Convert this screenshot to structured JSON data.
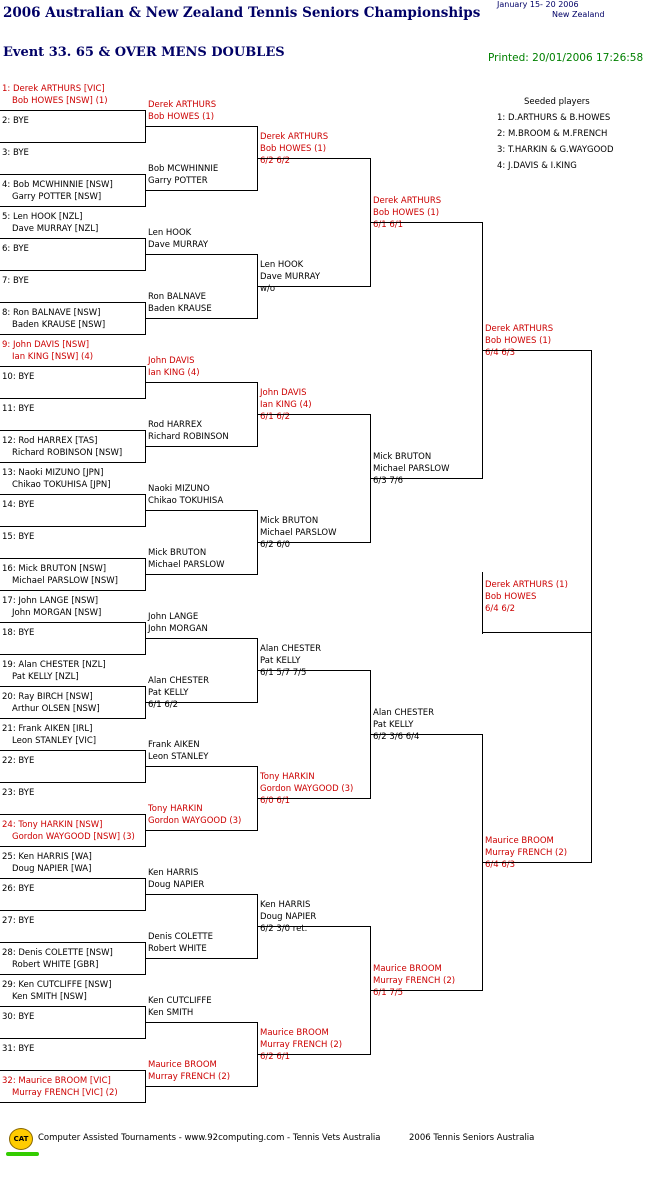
{
  "header": {
    "title": "2006 Australian & New Zealand Tennis Seniors Championships",
    "dates_line1": "January  15- 20 2006",
    "dates_line2": "New Zealand",
    "event": "Event 33. 65 & OVER MENS DOUBLES",
    "printed": "Printed: 20/01/2006 17:26:58"
  },
  "seeds": {
    "heading": "Seeded players",
    "list": [
      "1: D.ARTHURS & B.HOWES",
      "2: M.BROOM & M.FRENCH",
      "3: T.HARKIN & G.WAYGOOD",
      "4: J.DAVIS & I.KING"
    ]
  },
  "round1": [
    {
      "l1": "1: Derek ARTHURS [VIC]",
      "l2": "Bob HOWES [NSW] (1)",
      "red": true
    },
    {
      "l1": "2: BYE",
      "l2": ""
    },
    {
      "l1": "3: BYE",
      "l2": ""
    },
    {
      "l1": "4: Bob MCWHINNIE [NSW]",
      "l2": "Garry POTTER [NSW]"
    },
    {
      "l1": "5: Len HOOK [NZL]",
      "l2": "Dave MURRAY [NZL]"
    },
    {
      "l1": "6: BYE",
      "l2": ""
    },
    {
      "l1": "7: BYE",
      "l2": ""
    },
    {
      "l1": "8: Ron BALNAVE [NSW]",
      "l2": "Baden KRAUSE [NSW]"
    },
    {
      "l1": "9: John DAVIS [NSW]",
      "l2": "Ian KING [NSW] (4)",
      "red": true
    },
    {
      "l1": "10: BYE",
      "l2": ""
    },
    {
      "l1": "11: BYE",
      "l2": ""
    },
    {
      "l1": "12: Rod HARREX [TAS]",
      "l2": "Richard ROBINSON [NSW]"
    },
    {
      "l1": "13: Naoki MIZUNO [JPN]",
      "l2": "Chikao TOKUHISA [JPN]"
    },
    {
      "l1": "14: BYE",
      "l2": ""
    },
    {
      "l1": "15: BYE",
      "l2": ""
    },
    {
      "l1": "16: Mick BRUTON [NSW]",
      "l2": "Michael PARSLOW [NSW]"
    },
    {
      "l1": "17: John LANGE [NSW]",
      "l2": "John MORGAN [NSW]"
    },
    {
      "l1": "18: BYE",
      "l2": ""
    },
    {
      "l1": "19: Alan CHESTER [NZL]",
      "l2": "Pat KELLY [NZL]"
    },
    {
      "l1": "20: Ray BIRCH [NSW]",
      "l2": "Arthur OLSEN [NSW]"
    },
    {
      "l1": "21: Frank AIKEN [IRL]",
      "l2": "Leon STANLEY [VIC]"
    },
    {
      "l1": "22: BYE",
      "l2": ""
    },
    {
      "l1": "23: BYE",
      "l2": ""
    },
    {
      "l1": "24: Tony HARKIN [NSW]",
      "l2": "Gordon WAYGOOD [NSW] (3)",
      "red": true
    },
    {
      "l1": "25: Ken HARRIS [WA]",
      "l2": "Doug NAPIER [WA]"
    },
    {
      "l1": "26: BYE",
      "l2": ""
    },
    {
      "l1": "27: BYE",
      "l2": ""
    },
    {
      "l1": "28: Denis COLETTE [NSW]",
      "l2": "Robert WHITE [GBR]"
    },
    {
      "l1": "29: Ken CUTCLIFFE [NSW]",
      "l2": "Ken SMITH [NSW]"
    },
    {
      "l1": "30: BYE",
      "l2": ""
    },
    {
      "l1": "31: BYE",
      "l2": ""
    },
    {
      "l1": "32: Maurice BROOM [VIC]",
      "l2": "Murray FRENCH [VIC] (2)",
      "red": true
    }
  ],
  "round2": [
    {
      "l1": "Derek ARTHURS",
      "l2": "Bob HOWES (1)",
      "score": "",
      "red": true
    },
    {
      "l1": "Bob MCWHINNIE",
      "l2": "Garry POTTER",
      "score": ""
    },
    {
      "l1": "Len HOOK",
      "l2": "Dave MURRAY",
      "score": ""
    },
    {
      "l1": "Ron BALNAVE",
      "l2": "Baden KRAUSE",
      "score": ""
    },
    {
      "l1": "John DAVIS",
      "l2": "Ian KING (4)",
      "score": "",
      "red": true
    },
    {
      "l1": "Rod HARREX",
      "l2": "Richard ROBINSON",
      "score": ""
    },
    {
      "l1": "Naoki MIZUNO",
      "l2": "Chikao TOKUHISA",
      "score": ""
    },
    {
      "l1": "Mick BRUTON",
      "l2": "Michael PARSLOW",
      "score": ""
    },
    {
      "l1": "John LANGE",
      "l2": "John MORGAN",
      "score": ""
    },
    {
      "l1": "Alan CHESTER",
      "l2": "Pat KELLY",
      "score": "6/1 6/2"
    },
    {
      "l1": "Frank AIKEN",
      "l2": "Leon STANLEY",
      "score": ""
    },
    {
      "l1": "Tony HARKIN",
      "l2": "Gordon WAYGOOD (3)",
      "score": "",
      "red": true
    },
    {
      "l1": "Ken HARRIS",
      "l2": "Doug NAPIER",
      "score": ""
    },
    {
      "l1": "Denis COLETTE",
      "l2": "Robert WHITE",
      "score": ""
    },
    {
      "l1": "Ken CUTCLIFFE",
      "l2": "Ken SMITH",
      "score": ""
    },
    {
      "l1": "Maurice BROOM",
      "l2": "Murray FRENCH (2)",
      "score": "",
      "red": true
    }
  ],
  "round3": [
    {
      "l1": "Derek ARTHURS",
      "l2": "Bob HOWES (1)",
      "score": "6/2 6/2",
      "red": true
    },
    {
      "l1": "Len HOOK",
      "l2": "Dave MURRAY",
      "score": "w/o"
    },
    {
      "l1": "John DAVIS",
      "l2": "Ian KING (4)",
      "score": "6/1 6/2",
      "red": true
    },
    {
      "l1": "Mick BRUTON",
      "l2": "Michael PARSLOW",
      "score": "6/2 6/0"
    },
    {
      "l1": "Alan CHESTER",
      "l2": "Pat KELLY",
      "score": "6/1 5/7 7/5"
    },
    {
      "l1": "Tony HARKIN",
      "l2": "Gordon WAYGOOD (3)",
      "score": "6/0 6/1",
      "red": true
    },
    {
      "l1": "Ken HARRIS",
      "l2": "Doug NAPIER",
      "score": "6/2 3/0 ret."
    },
    {
      "l1": "Maurice BROOM",
      "l2": "Murray FRENCH (2)",
      "score": "6/2 6/1",
      "red": true
    }
  ],
  "round4": [
    {
      "l1": "Derek ARTHURS",
      "l2": "Bob HOWES (1)",
      "score": "6/1 6/1",
      "red": true
    },
    {
      "l1": "Mick BRUTON",
      "l2": "Michael PARSLOW",
      "score": "6/3 7/6"
    },
    {
      "l1": "Alan CHESTER",
      "l2": "Pat KELLY",
      "score": "6/2 3/6 6/4"
    },
    {
      "l1": "Maurice BROOM",
      "l2": "Murray FRENCH (2)",
      "score": "6/1 7/5",
      "red": true
    }
  ],
  "round5": [
    {
      "l1": "Derek ARTHURS",
      "l2": "Bob HOWES (1)",
      "score": "6/4 6/3",
      "red": true
    },
    {
      "l1": "Maurice BROOM",
      "l2": "Murray FRENCH (2)",
      "score": "6/4 6/3",
      "red": true
    }
  ],
  "final": {
    "l1": "Derek ARTHURS (1)",
    "l2": "Bob HOWES",
    "score": "6/4 6/2",
    "red": true
  },
  "footer": {
    "logo": "CAT",
    "text1": "Computer Assisted Tournaments - www.92computing.com -  Tennis Vets Australia",
    "text2": "2006 Tennis Seniors Australia"
  }
}
